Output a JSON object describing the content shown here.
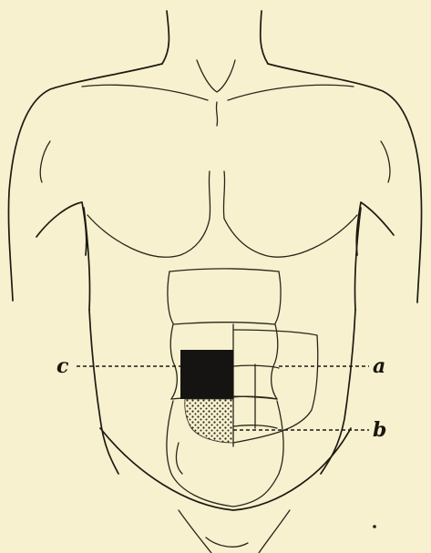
{
  "labels": {
    "a": "a",
    "b": "b",
    "c": "c"
  },
  "colors": {
    "paper": "#f7f1cf",
    "ink": "#1e1a12",
    "dark_patch": "#161412",
    "dotted_patch": "#2a251a"
  }
}
